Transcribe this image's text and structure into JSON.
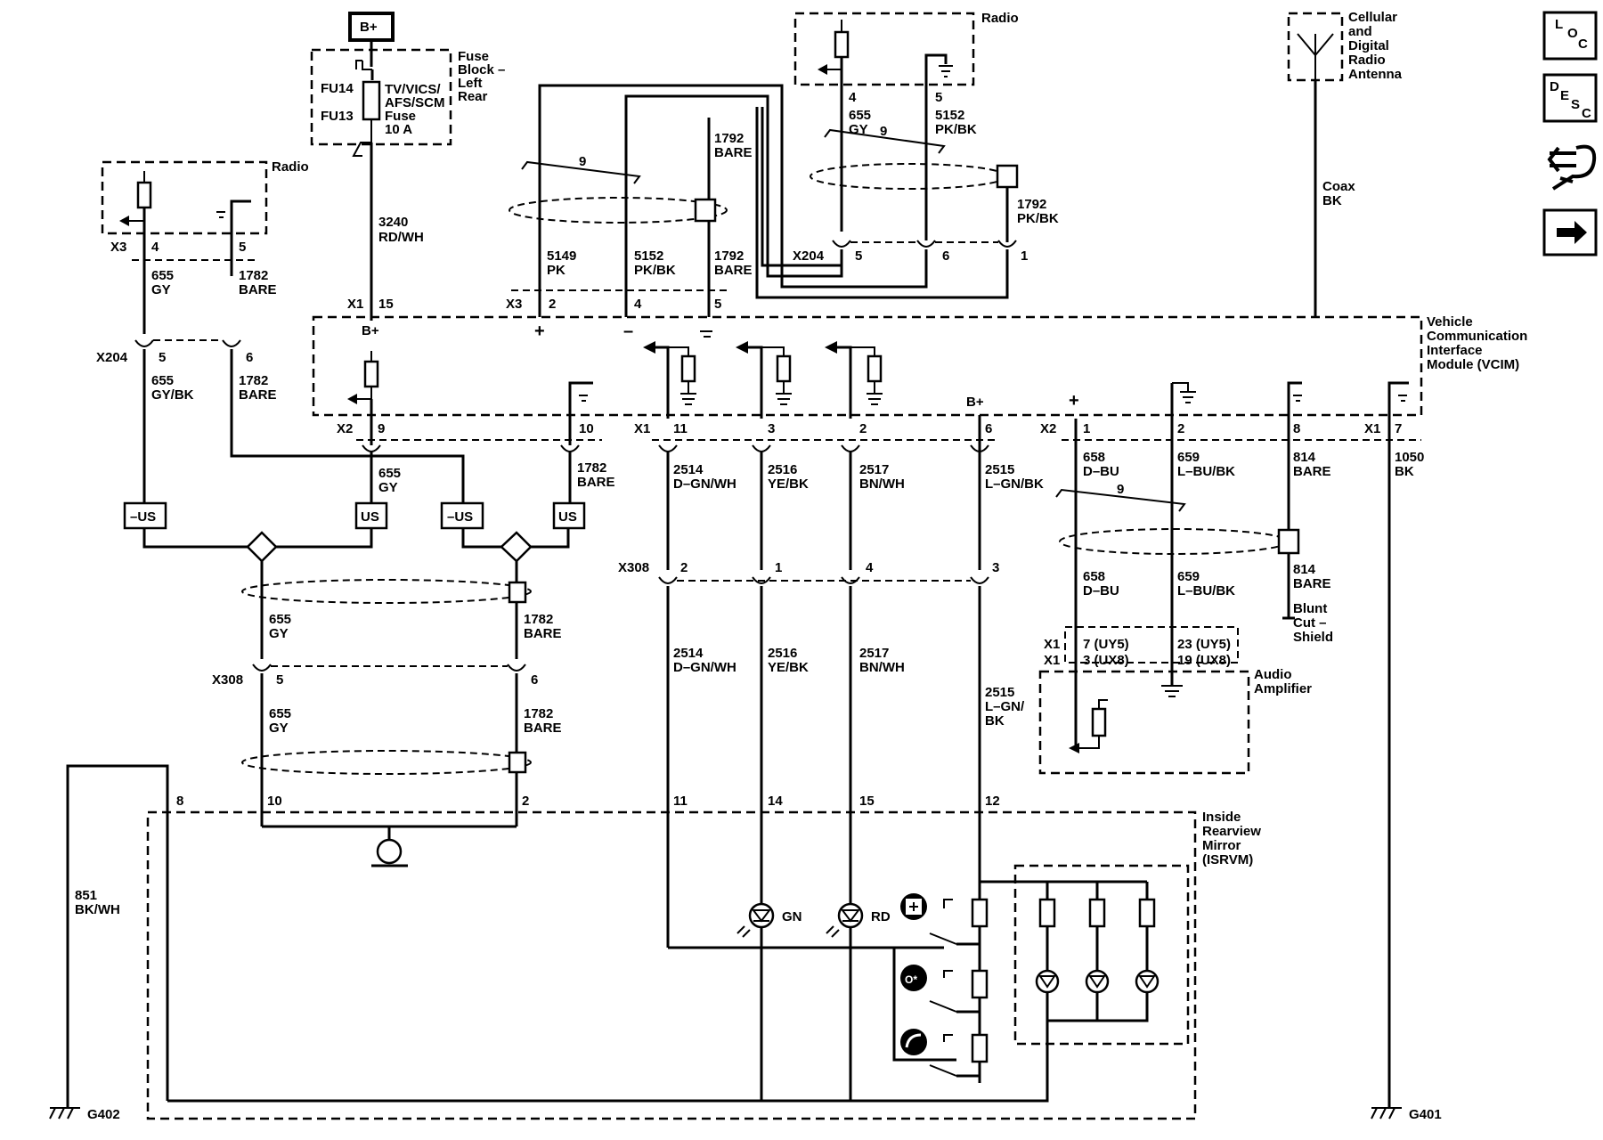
{
  "nav": {
    "loc_L": "L",
    "loc_O": "O",
    "loc_C": "C",
    "desc_D": "D",
    "desc_E": "E",
    "desc_S": "S",
    "desc_C": "C"
  },
  "labels": {
    "bplus_box": "B+",
    "fuse_block": [
      "Fuse",
      "Block –",
      "Left",
      "Rear"
    ],
    "fu14": "FU14",
    "fu13": "FU13",
    "fuse_name": [
      "TV/VICS/",
      "AFS/SCM",
      "Fuse",
      "10 A"
    ],
    "radio": "Radio",
    "radio_top": "Radio",
    "antenna": [
      "Cellular",
      "and",
      "Digital",
      "Radio",
      "Antenna"
    ],
    "coax": [
      "Coax",
      "BK"
    ],
    "vcim": [
      "Vehicle",
      "Communication",
      "Interface",
      "Module (VCIM)"
    ],
    "audio_amp": [
      "Audio",
      "Amplifier"
    ],
    "isrvm": [
      "Inside",
      "Rearview",
      "Mirror",
      "(ISRVM)"
    ],
    "blunt": [
      "Blunt",
      "Cut –",
      "Shield"
    ],
    "g402": "G402",
    "g401": "G401",
    "us": "US",
    "neg_us": "–US",
    "gn": "GN",
    "rd": "RD",
    "bplus": "B+",
    "plus": "+",
    "minus": "–",
    "twist": "9"
  },
  "connectors": {
    "X1": "X1",
    "X2": "X2",
    "X3": "X3",
    "X204": "X204",
    "X308": "X308"
  },
  "pins": {
    "p1": "1",
    "p2": "2",
    "p3": "3",
    "p4": "4",
    "p5": "5",
    "p6": "6",
    "p7": "7",
    "p8": "8",
    "p9": "9",
    "p10": "10",
    "p11": "11",
    "p12": "12",
    "p14": "14",
    "p15": "15",
    "uy5_7": "7 (UY5)",
    "ux8_3": "3 (UX8)",
    "uy5_23": "23 (UY5)",
    "ux8_19": "19 (UX8)"
  },
  "wires": {
    "w3240": [
      "3240",
      "RD/WH"
    ],
    "w655gy": [
      "655",
      "GY"
    ],
    "w655gybk": [
      "655",
      "GY/BK"
    ],
    "w1782": [
      "1782",
      "BARE"
    ],
    "w5149": [
      "5149",
      "PK"
    ],
    "w5152": [
      "5152",
      "PK/BK"
    ],
    "w1792": [
      "1792",
      "BARE"
    ],
    "w1792pk": [
      "1792",
      "PK/BK"
    ],
    "w2514": [
      "2514",
      "D–GN/WH"
    ],
    "w2516": [
      "2516",
      "YE/BK"
    ],
    "w2517": [
      "2517",
      "BN/WH"
    ],
    "w2515": [
      "2515",
      "L–GN/BK"
    ],
    "w2515b": [
      "2515",
      "L–GN/",
      "BK"
    ],
    "w658": [
      "658",
      "D–BU"
    ],
    "w659": [
      "659",
      "L–BU/BK"
    ],
    "w814": [
      "814",
      "BARE"
    ],
    "w1050": [
      "1050",
      "BK"
    ],
    "w851": [
      "851",
      "BK/WH"
    ]
  }
}
